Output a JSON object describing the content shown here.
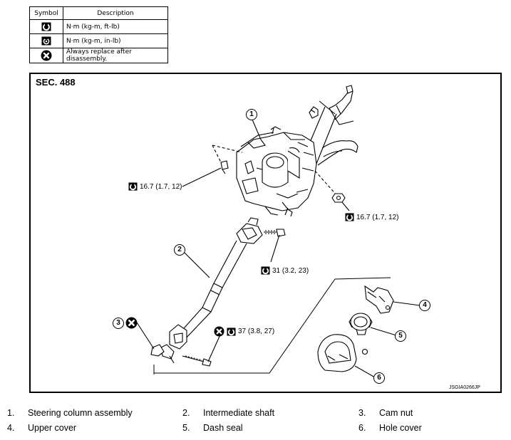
{
  "legend": {
    "header_symbol": "Symbol",
    "header_description": "Description",
    "rows": [
      {
        "icon": "torque-nm-kgm-ftlb-icon",
        "description": "N·m (kg-m, ft-lb)"
      },
      {
        "icon": "torque-nm-kgm-inlb-icon",
        "description": "N·m (kg-m, in-lb)"
      },
      {
        "icon": "always-replace-icon",
        "description": "Always replace after disassembly."
      }
    ]
  },
  "diagram": {
    "section": "SEC. 488",
    "figure_code": "JSGIA0266JP",
    "torques": {
      "bracket_left": "16.7 (1.7, 12)",
      "bracket_right": "16.7 (1.7, 12)",
      "upper_joint_bolt": "31 (3.2, 23)",
      "lower_joint_bolt": "37 (3.8, 27)"
    },
    "callouts": [
      "1",
      "2",
      "3",
      "4",
      "5",
      "6"
    ]
  },
  "parts": [
    {
      "num": "1.",
      "name": "Steering column assembly"
    },
    {
      "num": "2.",
      "name": "Intermediate shaft"
    },
    {
      "num": "3.",
      "name": "Cam nut"
    },
    {
      "num": "4.",
      "name": "Upper cover"
    },
    {
      "num": "5.",
      "name": "Dash seal"
    },
    {
      "num": "6.",
      "name": "Hole cover"
    }
  ]
}
